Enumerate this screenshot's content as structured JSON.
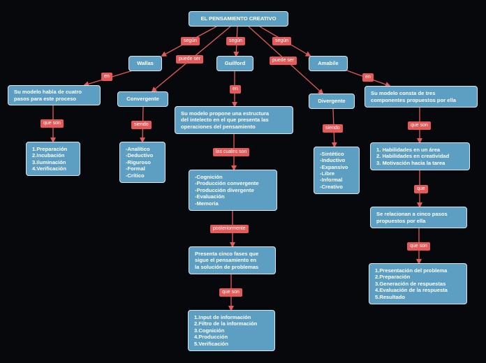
{
  "colors": {
    "background": "#06080b",
    "node_fill": "#5d9fc3",
    "node_border": "#dbe9f2",
    "label_fill": "#e45a5a",
    "connector": "#e45a5a"
  },
  "nodes": {
    "root": "EL PENSAMIENTO CREATIVO",
    "wallas": "Wallas",
    "guilford": "Guilford",
    "amabile": "Amabile",
    "wallas_model": "Su modelo habla de cuatro\npasos para este proceso",
    "wallas_steps": "1.Preparación\n2.Incubación\n3.Iluminación\n4.Verificación",
    "convergente": "Convergente",
    "convergente_traits": "-Analítico\n-Deductivo\n-Riguroso\n-Formal\n-Crítico",
    "guilford_model": "Su  modelo propone una estructura\ndel intelecto en el que presenta las\noperaciones del pensamiento",
    "operations": "-Cognición\n-Producción convergente\n-Producción divergente\n-Evaluación\n-Memoria",
    "five_phases": "Presenta cinco fases que\nsigue el pensamiento en\nla solución de problemas",
    "phase_steps": "1.Input de información\n2.Filtro de la información\n3.Cognición\n4.Producción\n5.Verificación",
    "divergente": "Divergente",
    "divergente_traits": "-Sintético\n-Inductivo\n-Expansivo\n-Libre\n-Informal\n-Creativo",
    "amabile_model": "Su modelo consta de tres\ncomponentes propuestos por ella",
    "components": "1. Habilidades en un área\n2. Habilidades en creatividad\n3. Motivación hacia la tarea",
    "relation": "Se relacionan a cinco pasos\npropuestos por ella",
    "amabile_steps": "1.Presentación del problema\n2.Preparación\n3.Generación de respuestas\n4.Evaluación de la respuesta\n5.Resultado"
  },
  "labels": {
    "segun_wallas": "según",
    "segun_guilford": "según",
    "segun_amabile": "según",
    "puede_ser_convergente": "puede ser",
    "puede_ser_divergente": "puede ser",
    "en_wallas": "en",
    "en_guilford": "en",
    "en_amabile": "en",
    "que_son_wallas": "que son",
    "siendo_convergente": "siendo",
    "las_cuales_son": "las cuales son",
    "posteriormente": "posteriormente",
    "que_son_phases": "que son",
    "siendo_divergente": "siendo",
    "que_son_amabile": "que son",
    "que": "que",
    "que_son_relation": "que son"
  }
}
